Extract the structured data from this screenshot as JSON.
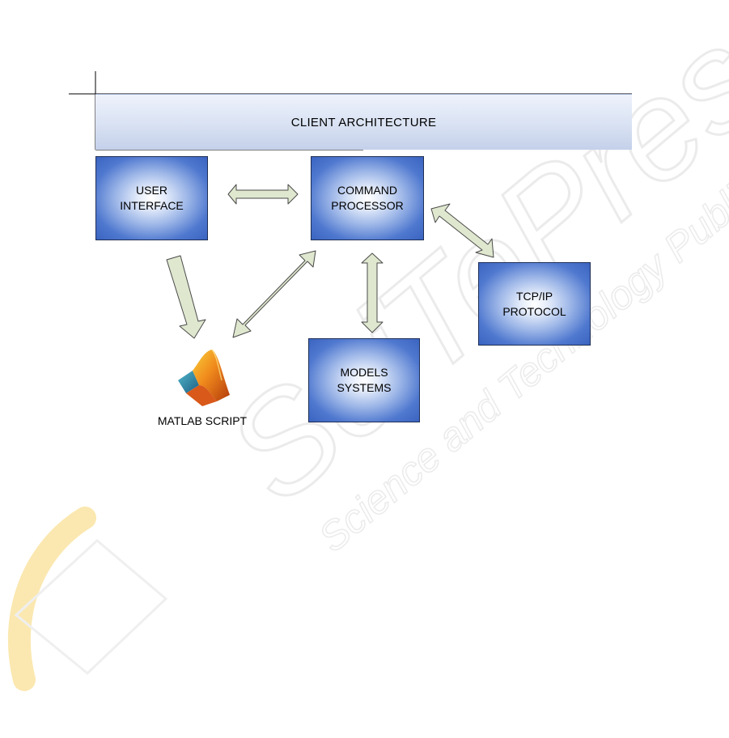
{
  "header": {
    "title": "CLIENT ARCHITECTURE"
  },
  "nodes": {
    "user_interface": "USER\nINTERFACE",
    "command_processor": "COMMAND\nPROCESSOR",
    "tcp_ip": "TCP/IP\nPROTOCOL",
    "models_systems": "MODELS\nSYSTEMS"
  },
  "matlab": {
    "label": "MATLAB SCRIPT",
    "icon": "matlab-logo-icon"
  },
  "watermark": {
    "line1": "SciTePress",
    "line2": "Science and Technology Publications"
  },
  "colors": {
    "box_fill_dark": "#3a64c0",
    "box_fill_light": "#ffffff",
    "arrow_fill": "#dfe8cf",
    "arrow_stroke": "#4a4a4a",
    "header_fill": "#d9e2f3"
  }
}
